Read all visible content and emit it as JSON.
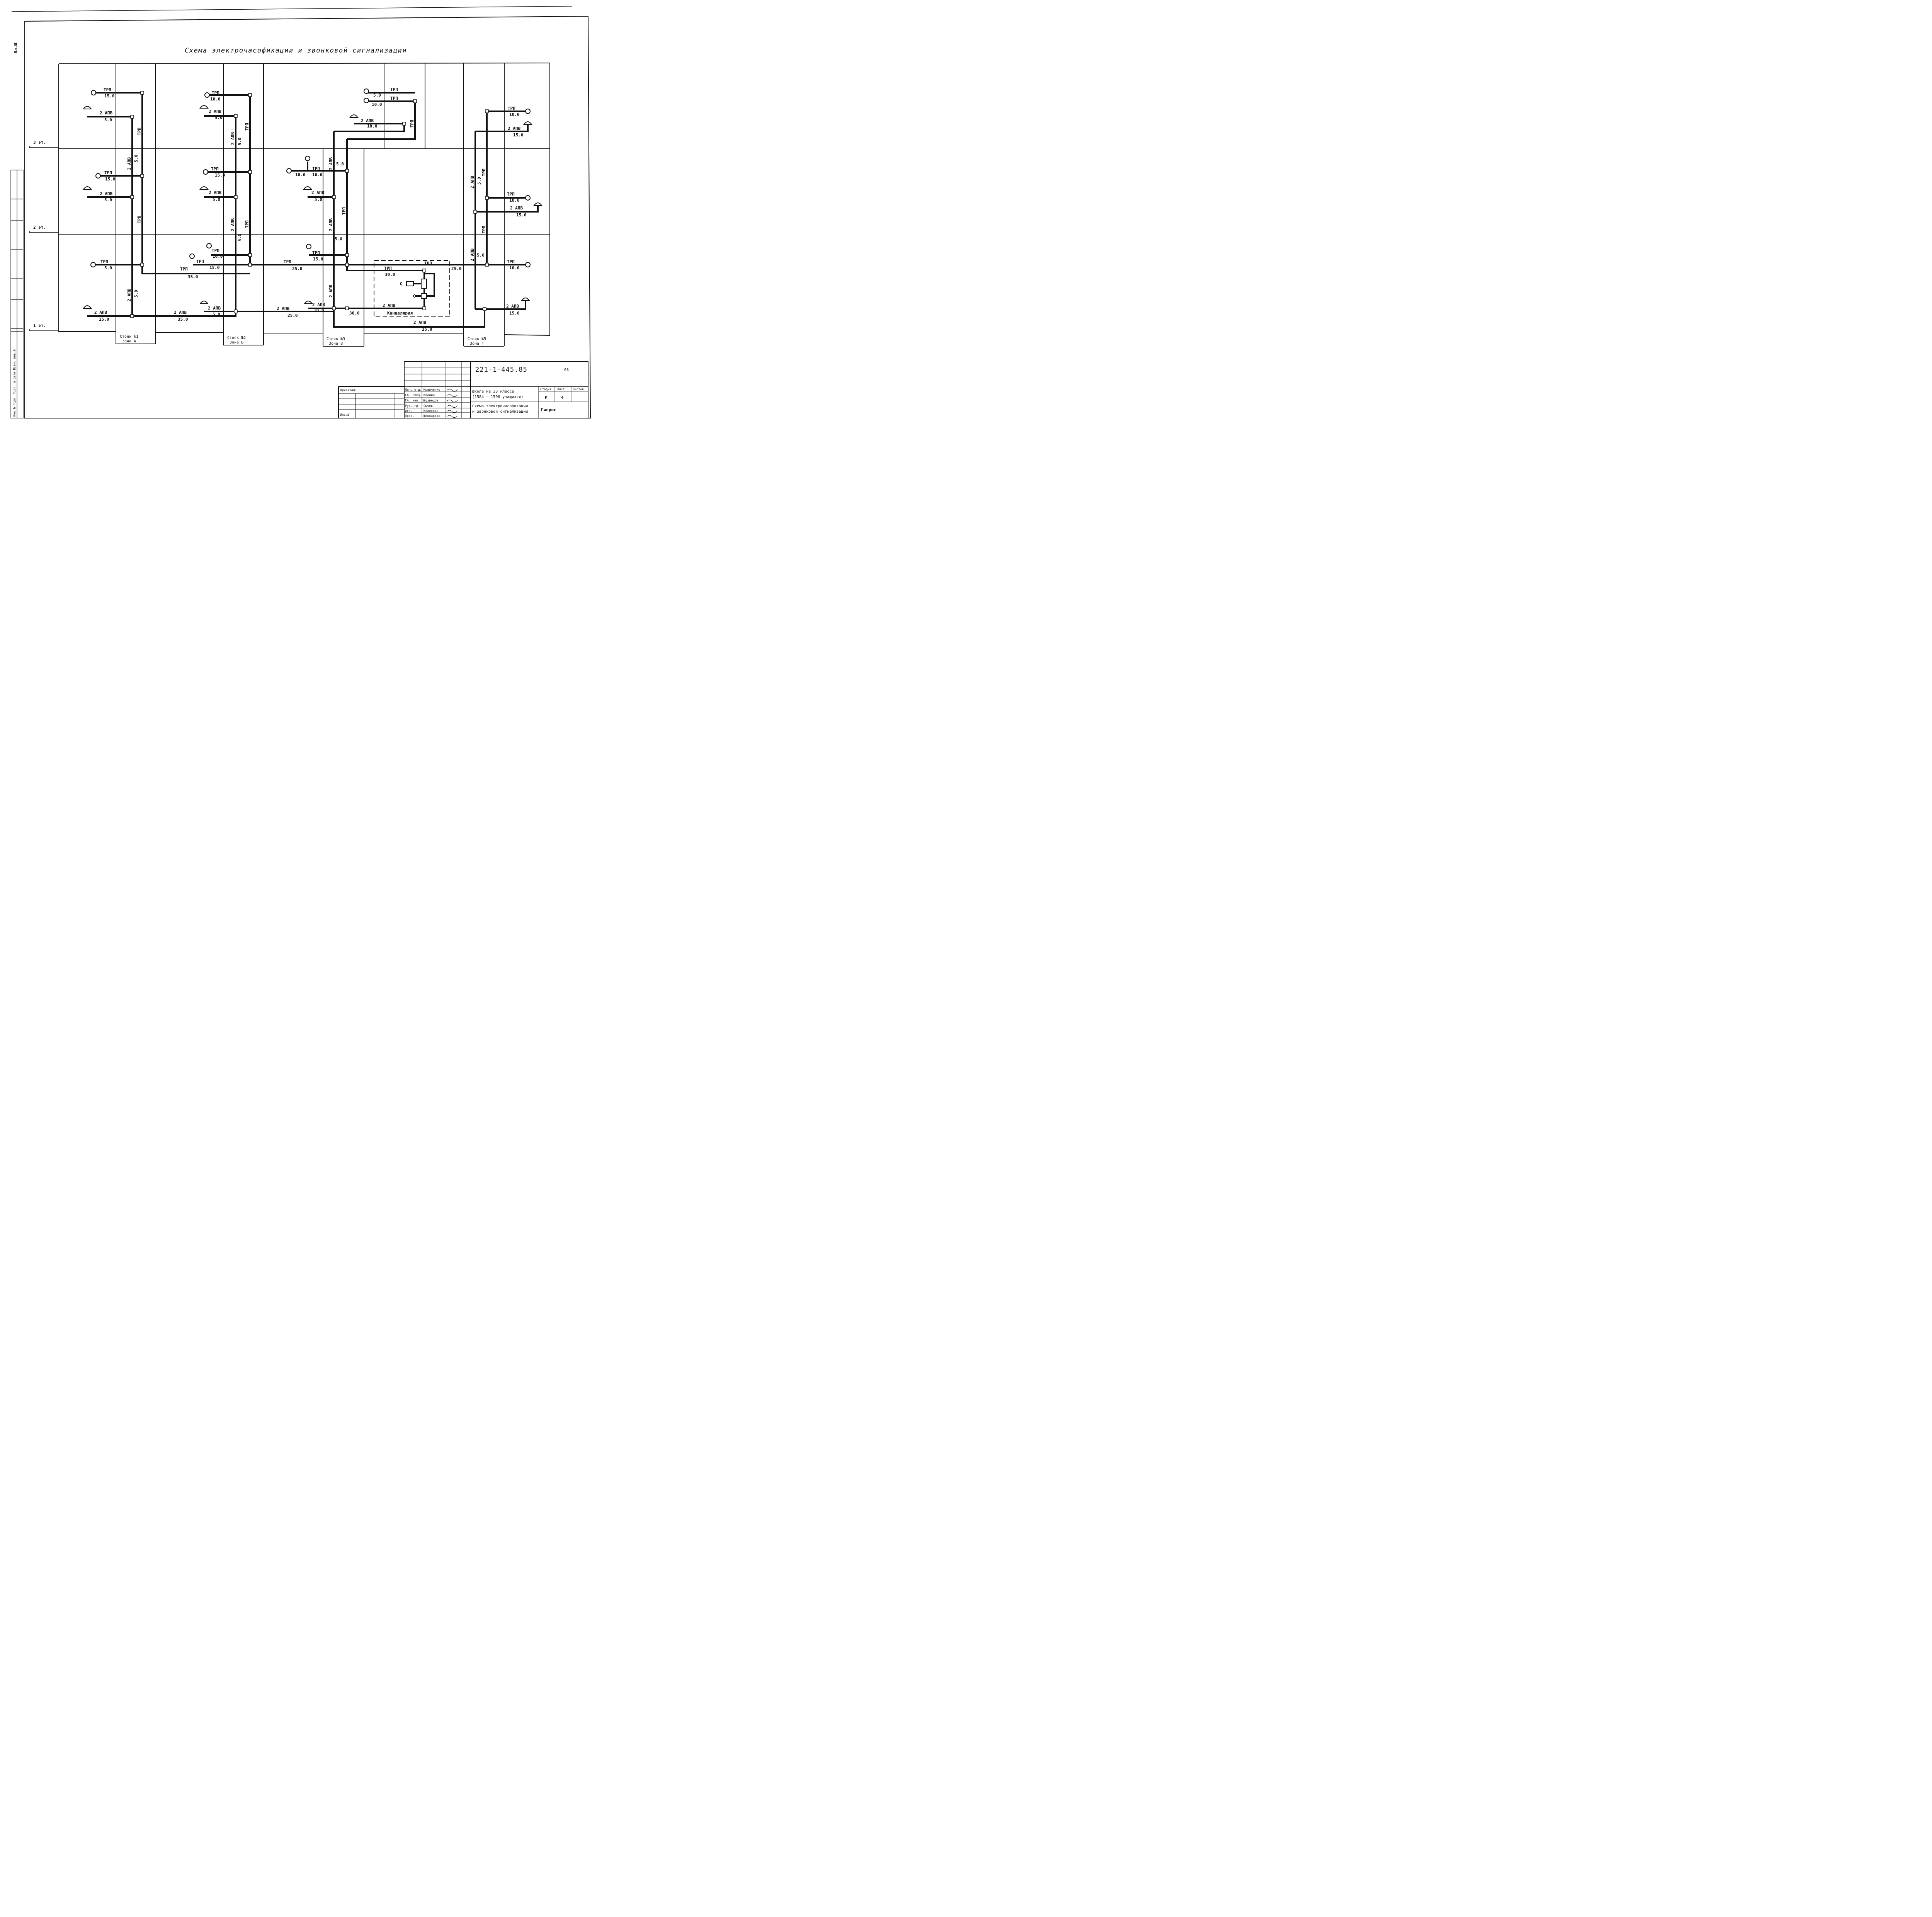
{
  "sheet_label": "Лл.Ш",
  "title": "Схема электрочасофикации и звонковой сигнализации",
  "floors": {
    "f3": "3 эт.",
    "f2": "2 эт.",
    "f1": "1 эт."
  },
  "stoyaks": {
    "s1": {
      "line1": "Стояк №1",
      "line2": "Зона А"
    },
    "s2": {
      "line1": "Стояк №2",
      "line2": "Зона Б"
    },
    "s3": {
      "line1": "Стояк №3",
      "line2": "Зона В"
    },
    "s5": {
      "line1": "Стояк №5",
      "line2": "Зона Г"
    }
  },
  "cable": {
    "trp": "ТРП",
    "alp": "2 АПВ",
    "v5": "5.0",
    "v10": "10.0",
    "v15": "15.0",
    "v25": "25.0",
    "v30": "30.0",
    "v35": "35.0"
  },
  "rooms": {
    "office": "Канцелярия"
  },
  "title_block": {
    "code": "221-1-445.85",
    "sheet_no": "63",
    "project_line1": "Школа на 33 класса",
    "project_line2": "(1584 - 1596 учащихся)",
    "drawing_line1": "Схема электрочасофикации",
    "drawing_line2": "и звонковой сигнализации",
    "stage_hdr": "Стадия",
    "sheet_hdr": "Лист",
    "sheets_hdr": "Листов",
    "stage": "Р",
    "sheet": "4",
    "org": "Гипрос",
    "priv": "Привязан:",
    "inv": "Инв.№",
    "roles": [
      "Нач. отд.",
      "Гл. спец.",
      "Гл. инж. пр.",
      "Рук. гр.",
      "Исп.",
      "Пров."
    ],
    "names": [
      "Кравченко",
      "Ивашин",
      "Кузнецов",
      "Сычев",
      "Колесова",
      "Шинкарёва"
    ]
  },
  "side_stamp": "Инв.№ подл.   Подп. и дата   Взам. инв.№"
}
